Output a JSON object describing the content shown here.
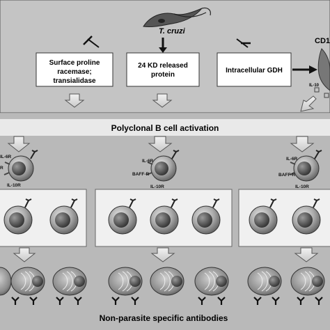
{
  "organism": "T. cruzi",
  "antigens": [
    {
      "line1": "Surface proline",
      "line2": "racemase;",
      "line3": "transialidase"
    },
    {
      "line1": "24 KD released",
      "line2": "protein"
    },
    {
      "line1": "Intracellular GDH"
    }
  ],
  "receptor_partial": "CD1",
  "cytokine_partial": "IL-10",
  "banner": "Polyclonal B cell activation",
  "receptor_labels": {
    "il6r": "IL-6R",
    "baffr": "BAFF-R",
    "il10r": "IL-10R",
    "r_partial": "R"
  },
  "footer": "Non-parasite specific antibodies"
}
